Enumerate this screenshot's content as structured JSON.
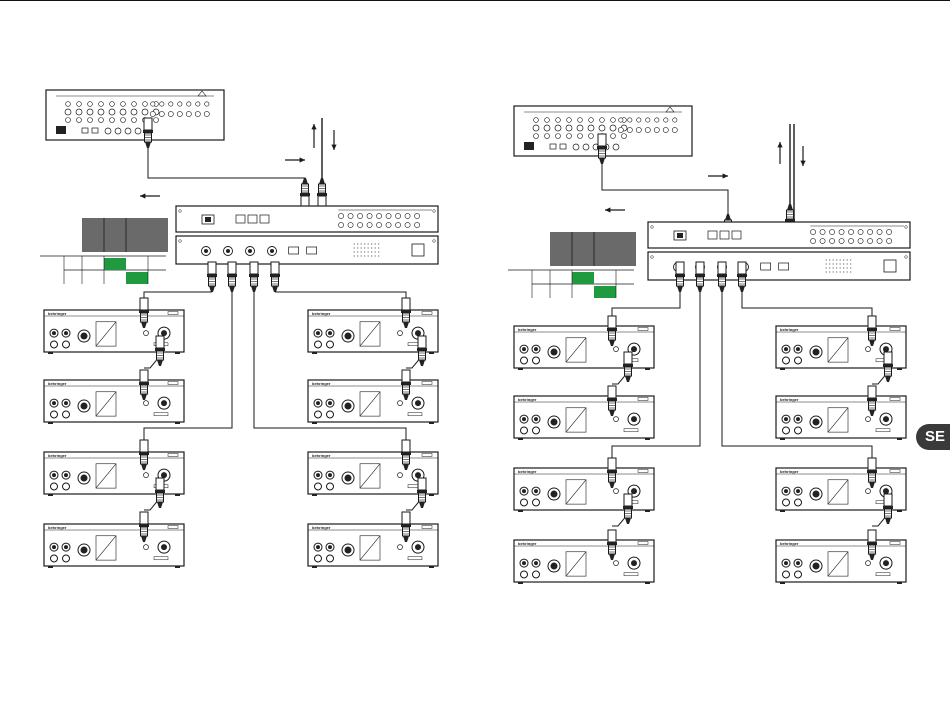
{
  "page": {
    "language_badge": "SE",
    "colors": {
      "line": "#1a1a1a",
      "panel": "#ffffff",
      "grid_dark": "#6a6a6a",
      "grid_green": "#1f9a3e",
      "badge_bg": "#3a3a3a"
    }
  },
  "diagrams": [
    {
      "id": "left-diagram",
      "mixer": "stage-box-mixer",
      "hub": "network-hub-rack",
      "amplifiers": 8,
      "routing_grid": "dark-header-green-cells",
      "arrows": [
        "up",
        "down",
        "right",
        "left"
      ]
    },
    {
      "id": "right-diagram",
      "mixer": "stage-box-mixer",
      "hub": "network-hub-rack",
      "amplifiers": 8,
      "routing_grid": "dark-header-green-cells",
      "arrows": [
        "up",
        "down",
        "right",
        "left"
      ]
    }
  ],
  "icons": {
    "amplifier": "power-amplifier-icon",
    "xlr": "xlr-connector-icon",
    "brand_mark": "behringer"
  }
}
